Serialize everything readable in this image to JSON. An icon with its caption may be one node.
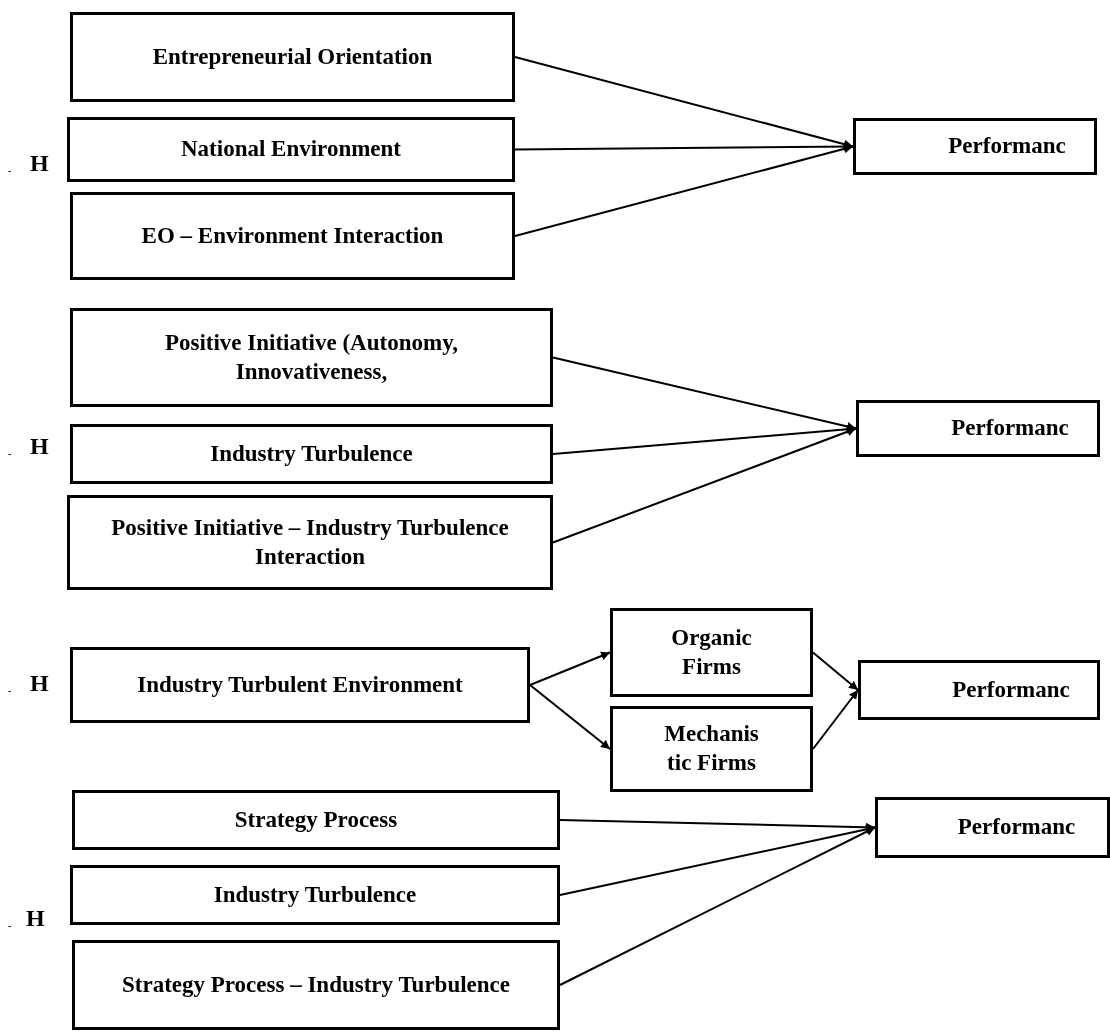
{
  "diagram": {
    "nodes": [
      {
        "text": [
          "Entrepreneurial Orientation"
        ]
      },
      {
        "text": [
          "National Environment"
        ]
      },
      {
        "text": [
          "EO – Environment Interaction"
        ]
      },
      {
        "text": [
          "Performanc"
        ]
      },
      {
        "text": [
          "Positive Initiative (Autonomy, Innovativeness,"
        ]
      },
      {
        "text": [
          "Industry Turbulence"
        ]
      },
      {
        "text": [
          "Positive Initiative – Industry Turbulence Interaction"
        ]
      },
      {
        "text": [
          "Performanc"
        ]
      },
      {
        "text": [
          "Industry Turbulent Environment"
        ]
      },
      {
        "text": [
          "Organic Firms"
        ]
      },
      {
        "text": [
          "Mechanis tic Firms"
        ]
      },
      {
        "text": [
          "Performanc"
        ]
      },
      {
        "text": [
          "Strategy Process"
        ]
      },
      {
        "text": [
          "Industry Turbulence"
        ]
      },
      {
        "text": [
          "Strategy Process – Industry Turbulence"
        ]
      },
      {
        "text": [
          "Performanc"
        ]
      }
    ],
    "edges": [
      {
        "from": 0,
        "to": 3,
        "arrow": "to"
      },
      {
        "from": 1,
        "to": 3,
        "arrow": "to"
      },
      {
        "from": 2,
        "to": 3,
        "arrow": "to"
      },
      {
        "from": 4,
        "to": 7,
        "arrow": "to"
      },
      {
        "from": 5,
        "to": 7,
        "arrow": "to"
      },
      {
        "from": 6,
        "to": 7,
        "arrow": "to"
      },
      {
        "from": 8,
        "to": 9,
        "arrow": "to"
      },
      {
        "from": 8,
        "to": 10,
        "arrow": "to"
      },
      {
        "from": 9,
        "to": 11,
        "arrow": "to"
      },
      {
        "from": 10,
        "to": 11,
        "arrow": "to"
      },
      {
        "from": 12,
        "to": 15,
        "arrow": "to"
      },
      {
        "from": 13,
        "to": 15,
        "arrow": "to"
      },
      {
        "from": 14,
        "to": 15,
        "arrow": "to"
      }
    ],
    "labels": [
      "H",
      "-",
      "H",
      "-",
      "H",
      "-",
      "H",
      "-"
    ]
  }
}
